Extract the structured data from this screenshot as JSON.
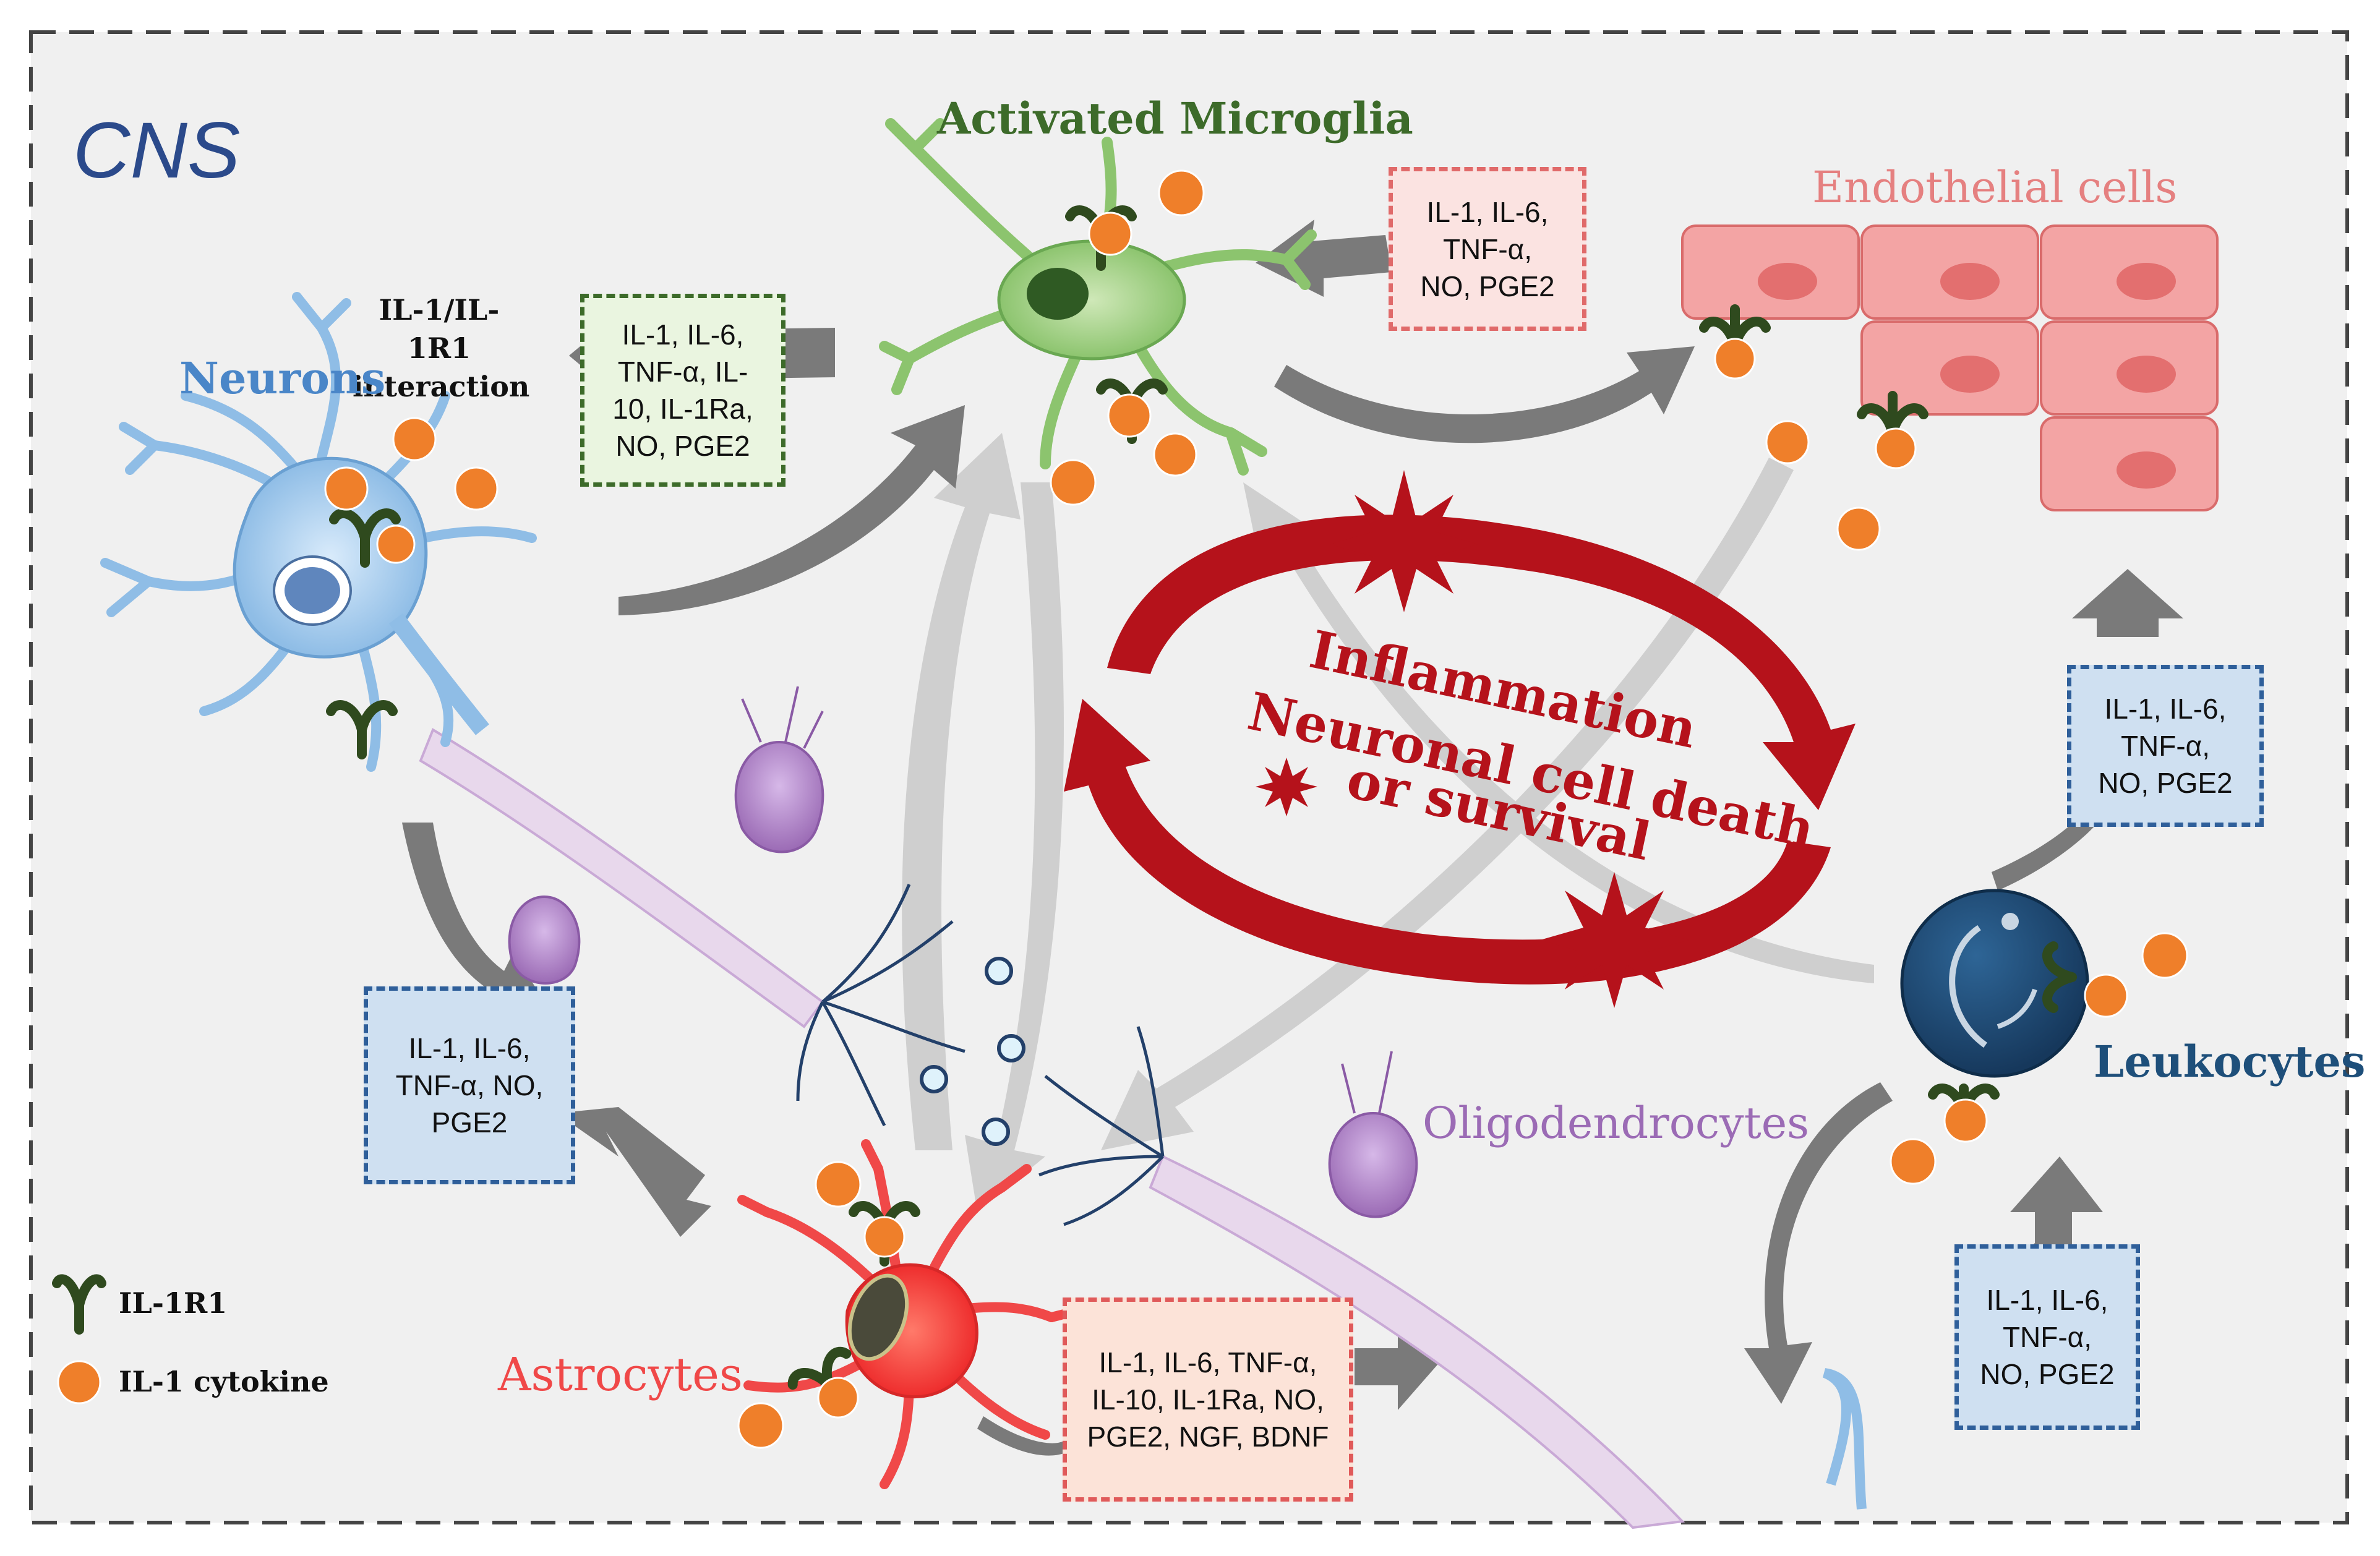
{
  "region_label": "CNS",
  "cells": {
    "microglia": "Activated Microglia",
    "endothelial": "Endothelial cells",
    "neurons": "Neurons",
    "astrocytes": "Astrocytes",
    "oligodendrocytes": "Oligodendrocytes",
    "leukocytes": "Leukocytes"
  },
  "interaction_label": "IL-1/IL-1R1\ninteraction",
  "cycle_lines": [
    "Inflammation",
    "Neuronal cell death",
    "or survival"
  ],
  "boxes": {
    "microglia_to_neurons": "IL-1, IL-6,\nTNF-α, IL-\n10, IL-1Ra,\nNO, PGE2",
    "endothelial_to_microglia": "IL-1, IL-6,\nTNF-α,\nNO, PGE2",
    "leukocytes_to_endothelial": "IL-1, IL-6,\nTNF-α,\nNO, PGE2",
    "neurons_to_astrocytes": "IL-1, IL-6,\nTNF-α, NO,\nPGE2",
    "astrocytes_out": "IL-1, IL-6, TNF-α,\nIL-10, IL-1Ra, NO,\nPGE2, NGF, BDNF",
    "leukocytes_in": "IL-1, IL-6,\nTNF-α,\nNO, PGE2"
  },
  "legend": {
    "receptor": "IL-1R1",
    "cytokine": "IL-1 cytokine"
  },
  "colors": {
    "region_label": "#2b4a8b",
    "microglia": "#3d6b2a",
    "endothelial": "#e58080",
    "neurons": "#4a86c8",
    "astrocytes": "#f04848",
    "oligodendrocytes": "#9b6bb5",
    "leukocytes": "#1e4f7a",
    "cycle": "#b5121b",
    "cytokine": "#ef7f2a",
    "receptor": "#2f4a1e"
  }
}
